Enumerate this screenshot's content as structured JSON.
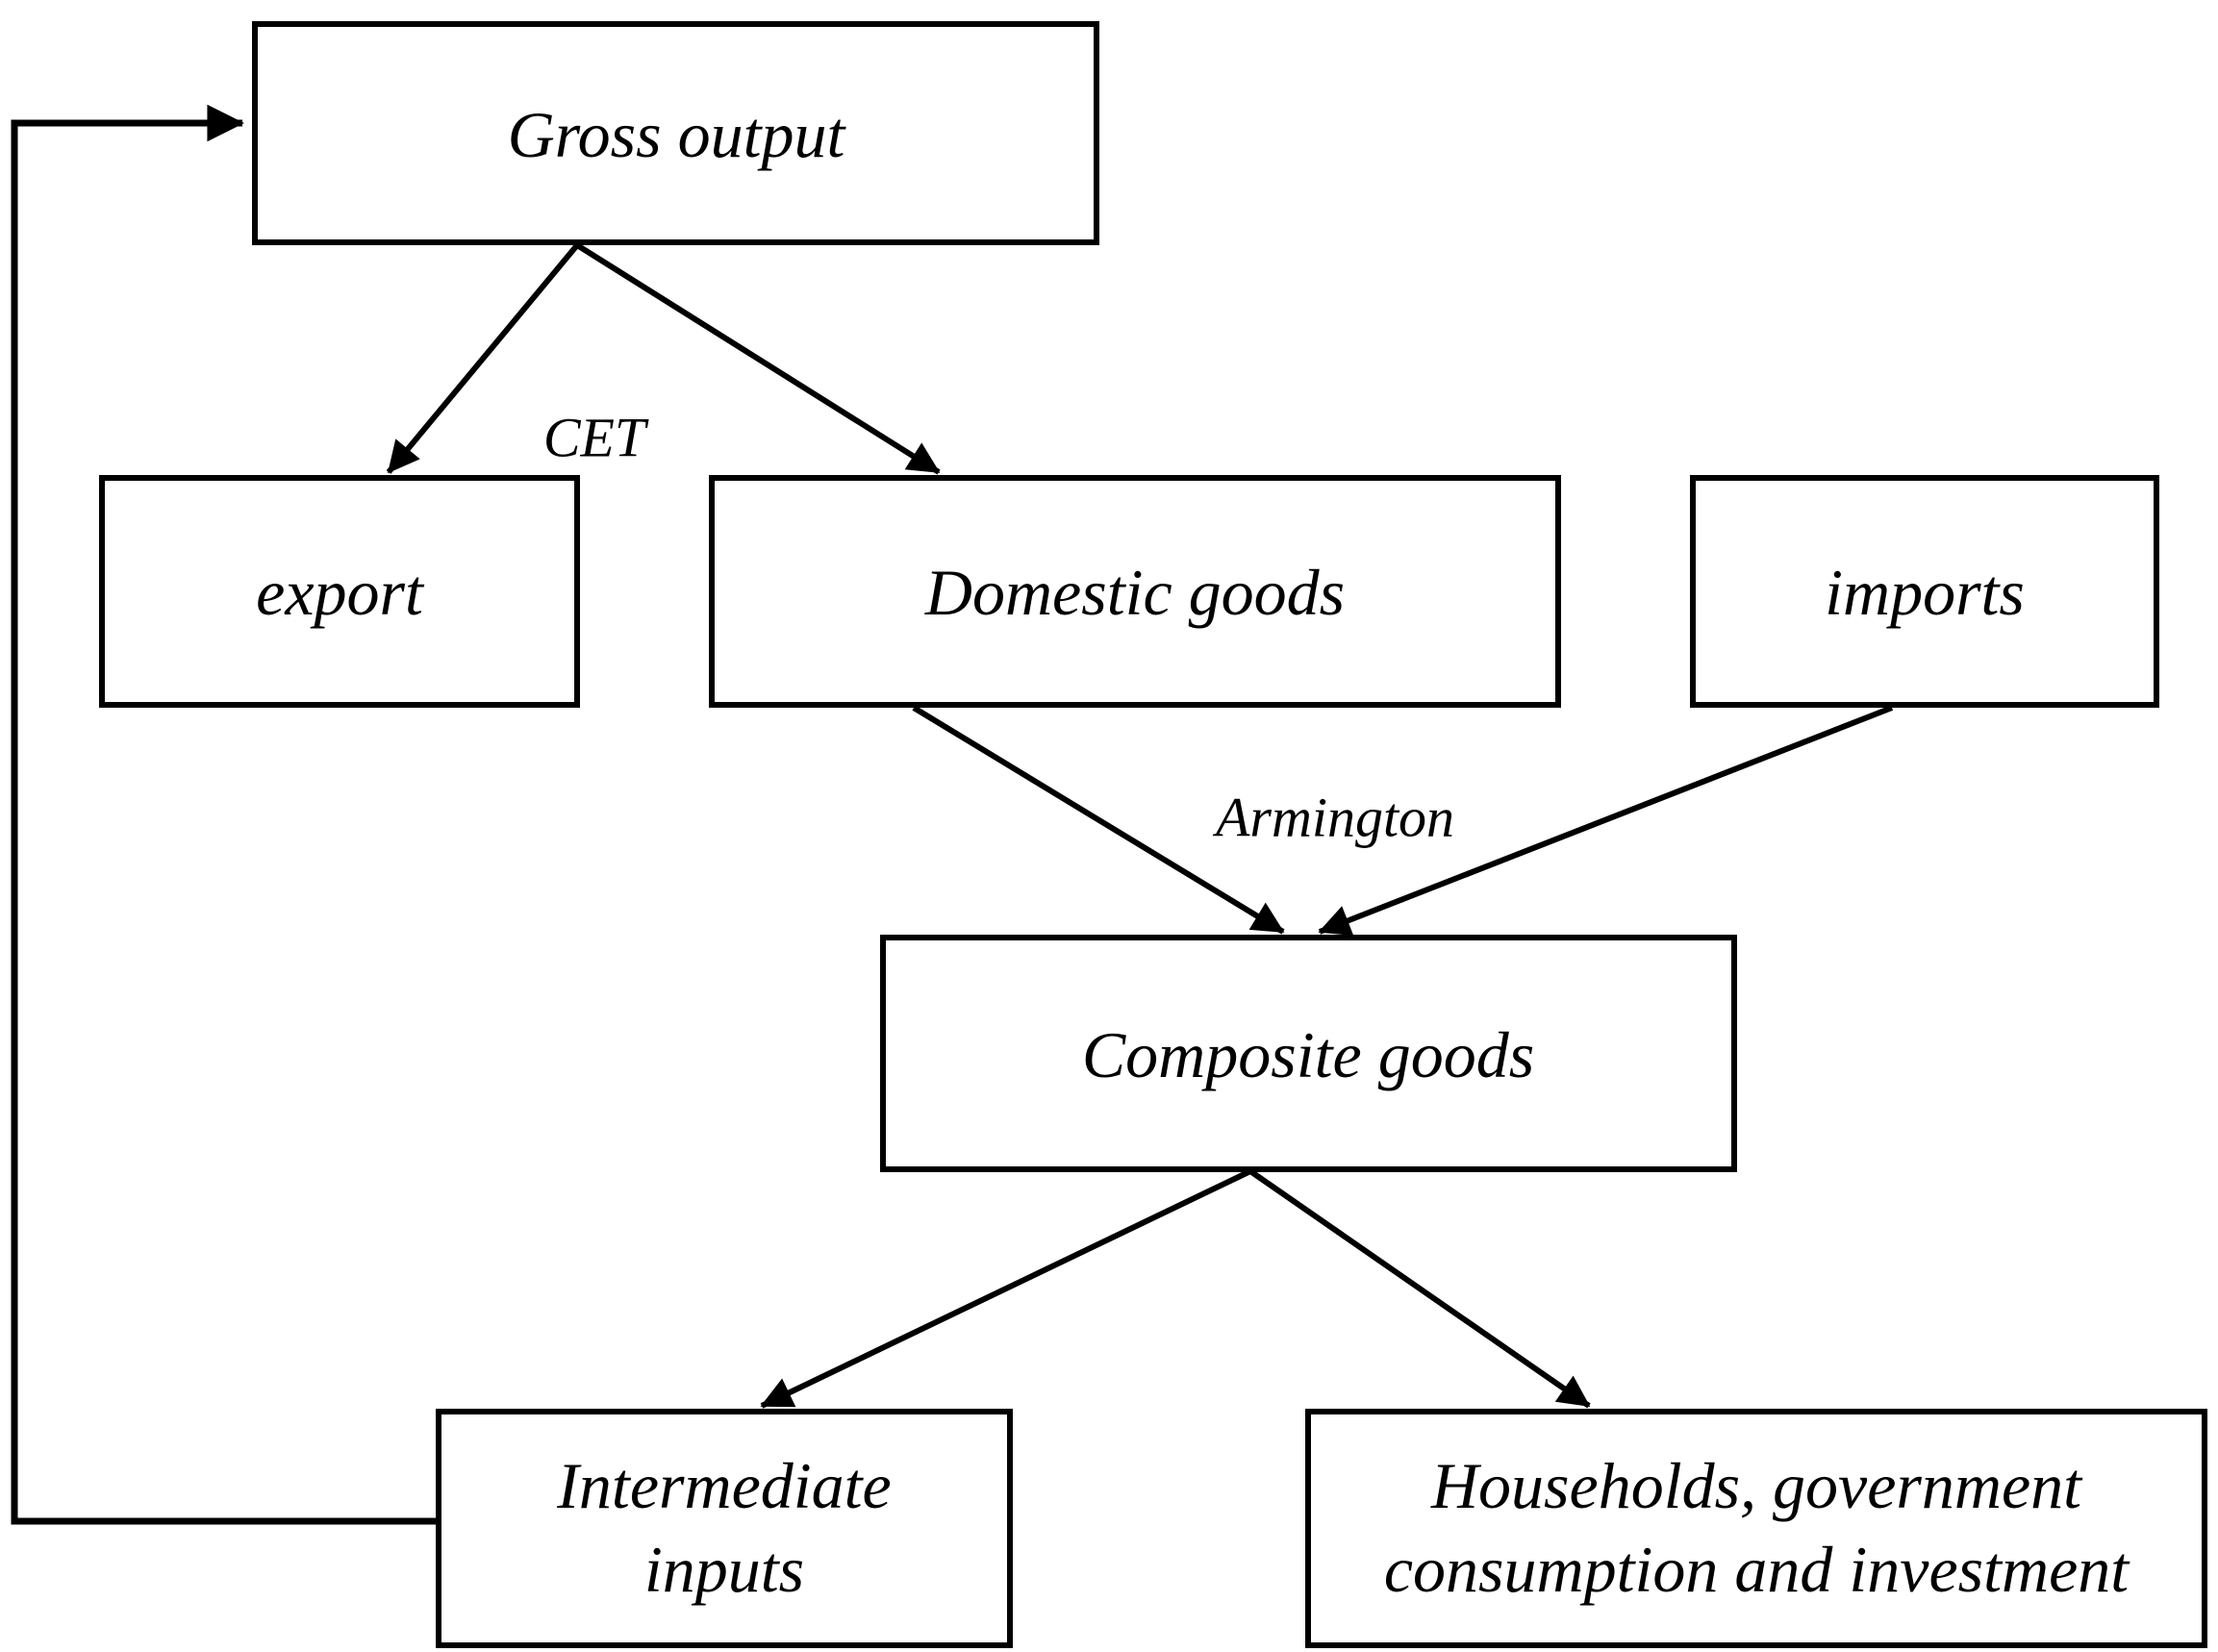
{
  "nodes": {
    "gross_output": {
      "label": "Gross output"
    },
    "export": {
      "label": "export"
    },
    "domestic_goods": {
      "label": "Domestic goods"
    },
    "imports": {
      "label": "imports"
    },
    "composite_goods": {
      "label": "Composite goods"
    },
    "intermediate_inputs": {
      "label_line1": "Intermediate",
      "label_line2": "inputs"
    },
    "households": {
      "label_line1": "Households, government",
      "label_line2": "consumption and investment"
    }
  },
  "edge_labels": {
    "cet": "CET",
    "armington": "Armington"
  },
  "colors": {
    "background": "#ffffff",
    "box_fill": "#ffffff",
    "line": "#000000",
    "text": "#000000"
  }
}
